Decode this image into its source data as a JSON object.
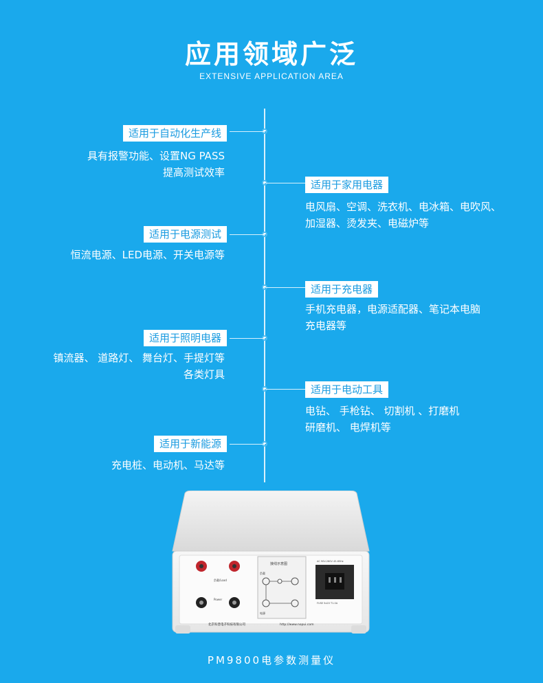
{
  "header": {
    "title": "应用领域广泛",
    "subtitle": "EXTENSIVE APPLICATION AREA"
  },
  "applications": [
    {
      "tag": "适用于自动化生产线",
      "lines": [
        "具有报警功能、设置NG PASS",
        "提高测试效率"
      ]
    },
    {
      "tag": "适用于家用电器",
      "lines": [
        "电风扇、空调、洗衣机、电冰箱、电吹风、",
        "加湿器、烫发夹、电磁炉等"
      ]
    },
    {
      "tag": "适用于电源测试",
      "lines": [
        "恒流电源、LED电源、开关电源等"
      ]
    },
    {
      "tag": "适用于充电器",
      "lines": [
        "手机充电器，电源适配器、笔记本电脑",
        "充电器等"
      ]
    },
    {
      "tag": "适用于照明电器",
      "lines": [
        "镇流器、 道路灯、 舞台灯、手提灯等",
        "各类灯具"
      ]
    },
    {
      "tag": "适用于电动工具",
      "lines": [
        "电钻、 手枪钻、 切割机 、打磨机",
        "研磨机、 电焊机等"
      ]
    },
    {
      "tag": "适用于新能源",
      "lines": [
        "充电桩、电动机、马达等"
      ]
    }
  ],
  "device": {
    "panel_title": "接线示意图",
    "load_label": "负载/Load",
    "power_label": "Power",
    "load_cn": "负载",
    "power_cn": "电源",
    "company": "北京科普电子科技有限公司",
    "url": "http://www.nopui.com",
    "socket_text": "AC 90V-260V 45-65Hz",
    "fuse_text": "FUSE 5x20 T1.0A"
  },
  "caption": "PM9800电参数测量仪"
}
